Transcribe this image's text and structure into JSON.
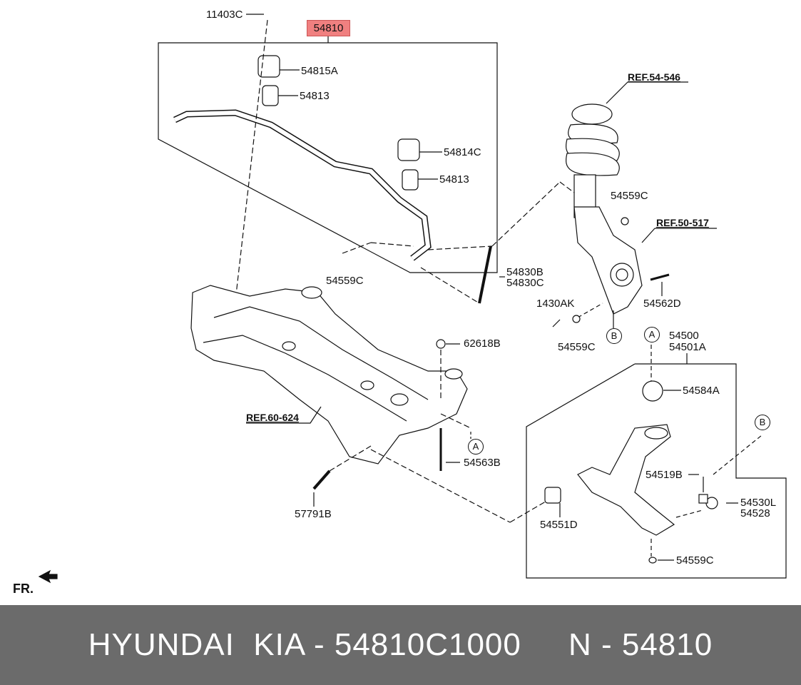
{
  "diagram": {
    "main_part_label": "54810",
    "part_labels": {
      "p11403C": "11403C",
      "p54815A": "54815A",
      "p54813a": "54813",
      "p54814C": "54814C",
      "p54813b": "54813",
      "p54559C_a": "54559C",
      "p54830B": "54830B",
      "p54830C": "54830C",
      "p62618B": "62618B",
      "p54563B": "54563B",
      "p57791B": "57791B",
      "p54559C_b": "54559C",
      "p1430AK": "1430AK",
      "p54559C_c": "54559C",
      "p54562D": "54562D",
      "p54500": "54500",
      "p54501A": "54501A",
      "p54584A": "54584A",
      "p54519B": "54519B",
      "p54530L": "54530L",
      "p54528": "54528",
      "p54551D": "54551D",
      "p54559C_d": "54559C"
    },
    "refs": {
      "ref1": "REF.54-546",
      "ref2": "REF.50-517",
      "ref3": "REF.60-624"
    },
    "circle_markers": {
      "a1": "A",
      "a2": "A",
      "b1": "B",
      "b2": "B"
    },
    "direction_label": "FR."
  },
  "footer": {
    "text": "HYUNDAI  KIA - 54810C1000     N - 54810"
  },
  "colors": {
    "highlight": "#f08080",
    "footer_bg": "#6b6b6b",
    "footer_text": "#ffffff",
    "line": "#111111"
  }
}
